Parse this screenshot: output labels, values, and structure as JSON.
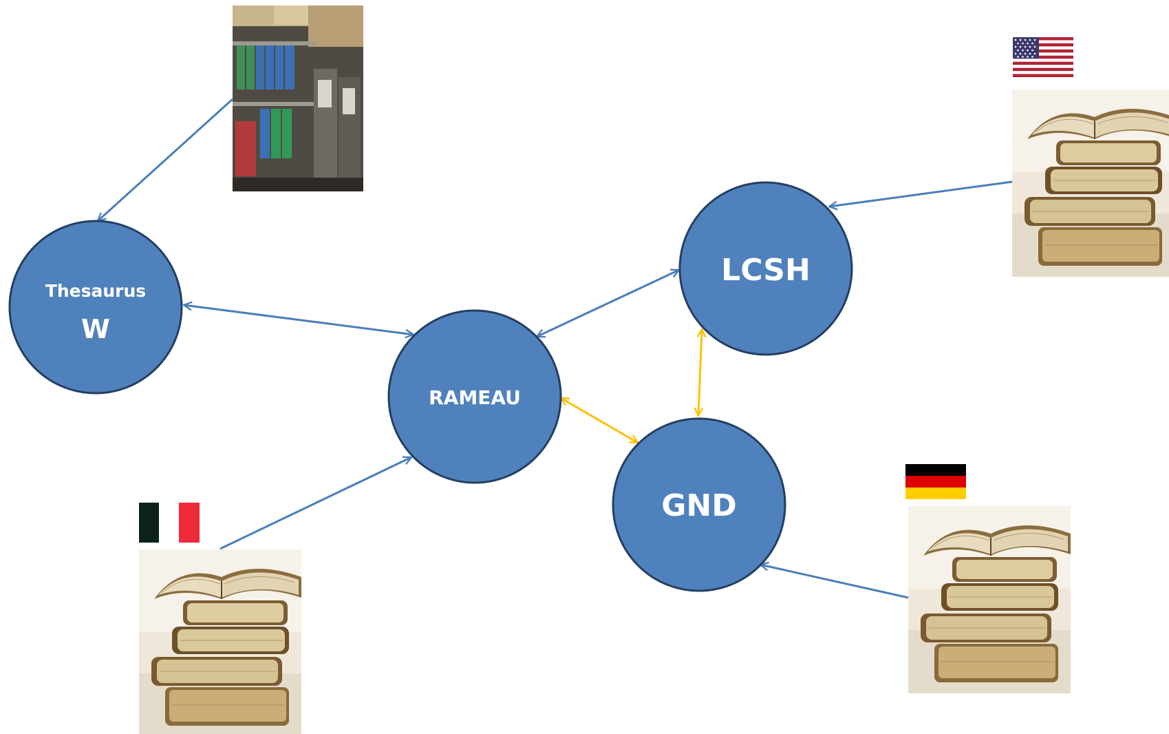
{
  "colors": {
    "node_fill": "#4f81bd",
    "node_stroke": "#243f60",
    "link_blue": "#4a7ebb",
    "link_gold": "#ffc000",
    "label": "#ffffff"
  },
  "nodes": {
    "thesaurus": {
      "line1": "Thesaurus",
      "line2": "W"
    },
    "rameau": {
      "label": "RAMEAU"
    },
    "lcsh": {
      "label": "LCSH"
    },
    "gnd": {
      "label": "GND"
    }
  },
  "pictures": {
    "archive": "archive-shelves-photo",
    "books": "stacked-books-photo"
  },
  "flags": {
    "usa": "us-flag",
    "germany": "germany-flag",
    "france": "france-flag"
  },
  "links": [
    {
      "from": "archive-photo",
      "to": "Thesaurus W",
      "type": "one-way",
      "color": "blue"
    },
    {
      "from": "Thesaurus W",
      "to": "RAMEAU",
      "type": "two-way",
      "color": "blue"
    },
    {
      "from": "RAMEAU",
      "to": "LCSH",
      "type": "two-way",
      "color": "blue"
    },
    {
      "from": "books-photo-usa",
      "to": "LCSH",
      "type": "one-way",
      "color": "blue"
    },
    {
      "from": "books-photo-france",
      "to": "RAMEAU",
      "type": "one-way",
      "color": "blue"
    },
    {
      "from": "books-photo-germany",
      "to": "GND",
      "type": "one-way",
      "color": "blue"
    },
    {
      "from": "RAMEAU",
      "to": "GND",
      "type": "two-way",
      "color": "gold"
    },
    {
      "from": "LCSH",
      "to": "GND",
      "type": "two-way",
      "color": "gold"
    }
  ]
}
